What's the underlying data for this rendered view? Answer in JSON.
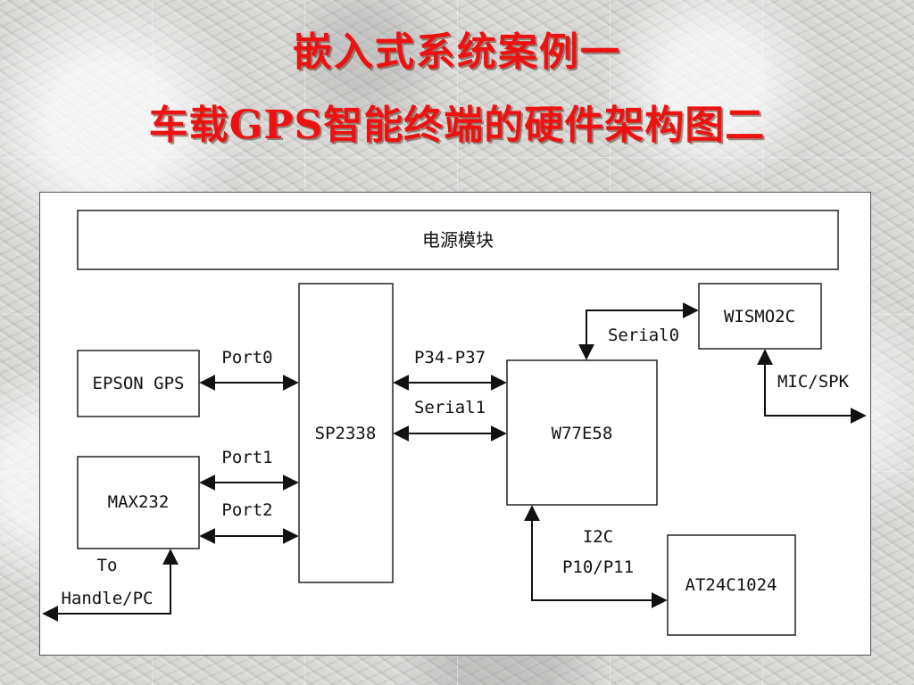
{
  "slide": {
    "title_line1": "嵌入式系统案例一",
    "title_line2": "车载GPS智能终端的硬件架构图二",
    "title_color": "#ee1111"
  },
  "diagram": {
    "blocks": {
      "power": "电源模块",
      "epson_gps": "EPSON GPS",
      "max232": "MAX232",
      "sp2338": "SP2338",
      "w77e58": "W77E58",
      "wismo2c": "WISMO2C",
      "at24c1024": "AT24C1024"
    },
    "labels": {
      "port0": "Port0",
      "port1": "Port1",
      "port2": "Port2",
      "p34_p37": "P34-P37",
      "serial1": "Serial1",
      "serial0": "Serial0",
      "mic_spk": "MIC/SPK",
      "i2c": "I2C",
      "p10_p11": "P10/P11",
      "to": "To",
      "handle_pc": "Handle/PC"
    }
  }
}
